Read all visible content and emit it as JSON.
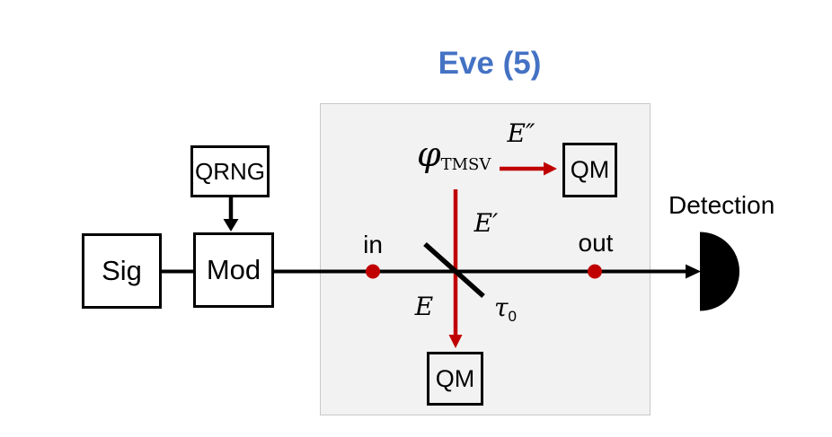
{
  "title": "Eve (5)",
  "colors": {
    "title_blue": "#4472C4",
    "accent_red": "#C00000",
    "diagram_black": "#000000",
    "eve_region_fill": "#F2F2F2",
    "eve_region_border": "#C9C9C9"
  },
  "boxes": {
    "qrng": {
      "label": "QRNG"
    },
    "sig": {
      "label": "Sig"
    },
    "mod": {
      "label": "Mod"
    },
    "qm_top": {
      "label": "QM"
    },
    "qm_bottom": {
      "label": "QM"
    }
  },
  "labels": {
    "in": "in",
    "out": "out",
    "detection": "Detection",
    "e_double_prime": "E″",
    "e_prime": "E′",
    "e": "E",
    "tau": {
      "base": "τ",
      "sub": "0"
    },
    "phi_tmsv": {
      "base": "φ",
      "sub": "TMSV"
    }
  },
  "icons": {
    "detector": "half-disc-photodetector",
    "beamsplitter": "diagonal-line-beamsplitter",
    "in_marker": "red-dot",
    "out_marker": "red-dot"
  }
}
